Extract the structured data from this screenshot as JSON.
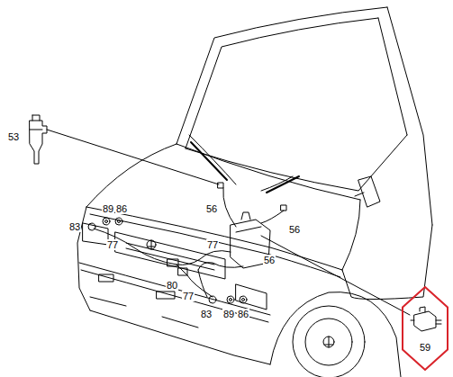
{
  "diagram": {
    "nodes": [
      {
        "text": [
          "59"
        ]
      }
    ],
    "labels": [
      "53",
      "89",
      "86",
      "56",
      "83",
      "77",
      "56",
      "77",
      "56",
      "80",
      "77",
      "83",
      "89",
      "86"
    ]
  }
}
